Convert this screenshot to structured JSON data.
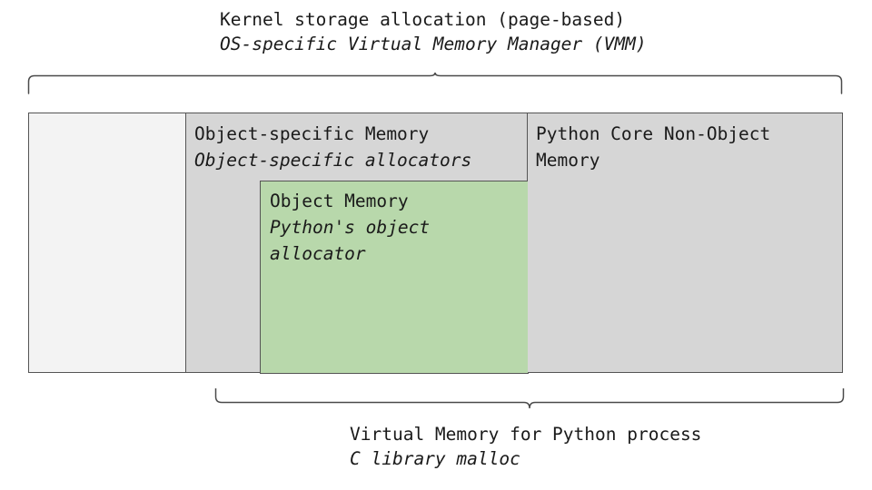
{
  "diagram": {
    "title": "Kernel storage allocation (page-based)",
    "top_annotation": {
      "line1": "Kernel storage allocation (page-based)",
      "line2": "OS-specific Virtual Memory Manager (VMM)",
      "brace_label_role": "spans entire memory box"
    },
    "bottom_annotation": {
      "line1": "Virtual Memory for Python process",
      "line2": "C library malloc",
      "brace_label_role": "spans object-specific memory plus python core non-object memory"
    },
    "panels": [
      {
        "id": "system-memory",
        "line1": "",
        "line2": "",
        "fill": "#f3f3f3"
      },
      {
        "id": "object-specific-memory",
        "line1": "Object-specific Memory",
        "line2": "Object-specific allocators",
        "fill": "#d6d6d6"
      },
      {
        "id": "python-core-non-object-memory",
        "line1": "Python Core Non-Object",
        "line2": "Memory",
        "fill": "#d6d6d6"
      }
    ],
    "nested_box": {
      "id": "object-memory",
      "line1": "Object Memory",
      "line2": "Python's object",
      "line3": "allocator",
      "fill": "#b8d8ab"
    },
    "colors": {
      "border": "#555555",
      "light_panel": "#f3f3f3",
      "gray_panel": "#d6d6d6",
      "green_panel": "#b8d8ab",
      "text": "#1a1a1a",
      "background": "#ffffff"
    }
  }
}
